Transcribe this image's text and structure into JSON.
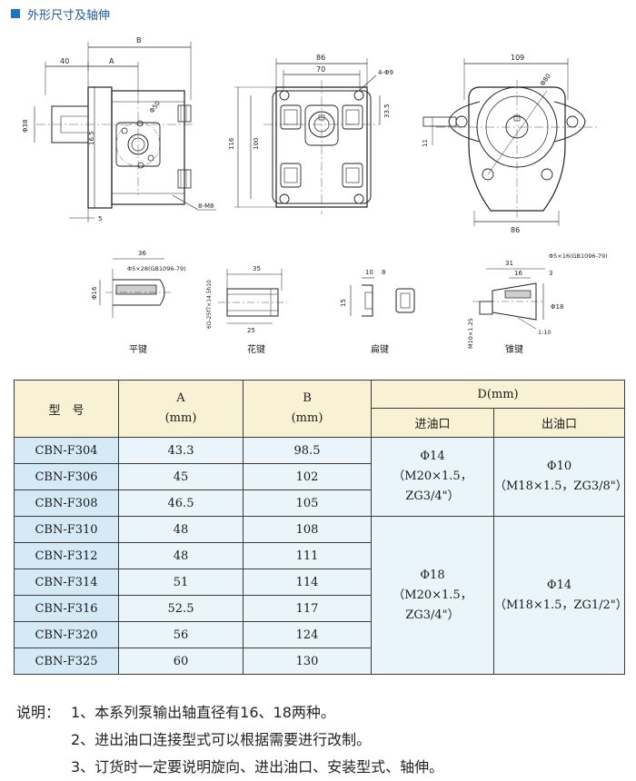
{
  "header": {
    "title": "外形尺寸及轴伸",
    "accent": "#1e73be"
  },
  "drawing": {
    "front_view": {
      "B": "B",
      "d40": "40",
      "A": "A",
      "d38": "Φ38",
      "d50": "Φ50",
      "d165": "16.5",
      "d5": "5",
      "bolt": "8-M8"
    },
    "top_view": {
      "d86": "86",
      "d70": "70",
      "holes": "4-Φ9",
      "d335": "33.5",
      "d116": "116",
      "d100": "100"
    },
    "side_view": {
      "d109": "109",
      "d80": "Φ80",
      "d11": "11",
      "d86": "86"
    },
    "flat_key": {
      "d36": "36",
      "spec": "Φ5×28(GB1096-79)",
      "d16": "Φ16",
      "caption": "平键"
    },
    "spline_key": {
      "d35": "35",
      "spec": "6D-25f7×14.5h10",
      "d25": "25",
      "caption": "花键"
    },
    "woodruff_key": {
      "d10": "10",
      "d8": "8",
      "d15": "15",
      "caption": "扁键"
    },
    "taper_key": {
      "d31": "31",
      "spec": "Φ5×16(GB1096-79)",
      "d16": "16",
      "d3": "3",
      "d18": "Φ18",
      "m10": "M10×1.25",
      "r110": "1:10",
      "caption": "锥键"
    }
  },
  "table": {
    "headers": {
      "model_label": "型　号",
      "a_label": "A",
      "a_unit": "(mm)",
      "b_label": "B",
      "b_unit": "(mm)",
      "d_label": "D(mm)",
      "inlet": "进油口",
      "outlet": "出油口"
    },
    "rows": [
      {
        "model": "CBN-F304",
        "a": "43.3",
        "b": "98.5"
      },
      {
        "model": "CBN-F306",
        "a": "45",
        "b": "102"
      },
      {
        "model": "CBN-F308",
        "a": "46.5",
        "b": "105"
      },
      {
        "model": "CBN-F310",
        "a": "48",
        "b": "108"
      },
      {
        "model": "CBN-F312",
        "a": "48",
        "b": "111"
      },
      {
        "model": "CBN-F314",
        "a": "51",
        "b": "114"
      },
      {
        "model": "CBN-F316",
        "a": "52.5",
        "b": "117"
      },
      {
        "model": "CBN-F320",
        "a": "56",
        "b": "124"
      },
      {
        "model": "CBN-F325",
        "a": "60",
        "b": "130"
      }
    ],
    "group1": {
      "inlet_dia": "Φ14",
      "inlet_thread": "（M20×1.5，ZG3/4\"）",
      "outlet_dia": "Φ10",
      "outlet_thread": "（M18×1.5，ZG3/8\"）"
    },
    "group2": {
      "inlet_dia": "Φ18",
      "inlet_thread": "（M20×1.5，ZG3/4\"）",
      "outlet_dia": "Φ14",
      "outlet_thread": "（M18×1.5，ZG1/2\"）"
    }
  },
  "notes": {
    "label": "说明：",
    "items": [
      "1、本系列泵输出轴直径有16、18两种。",
      "2、进出油口连接型式可以根据需要进行改制。",
      "3、订货时一定要说明旋向、进出油口、安装型式、轴伸。"
    ]
  }
}
